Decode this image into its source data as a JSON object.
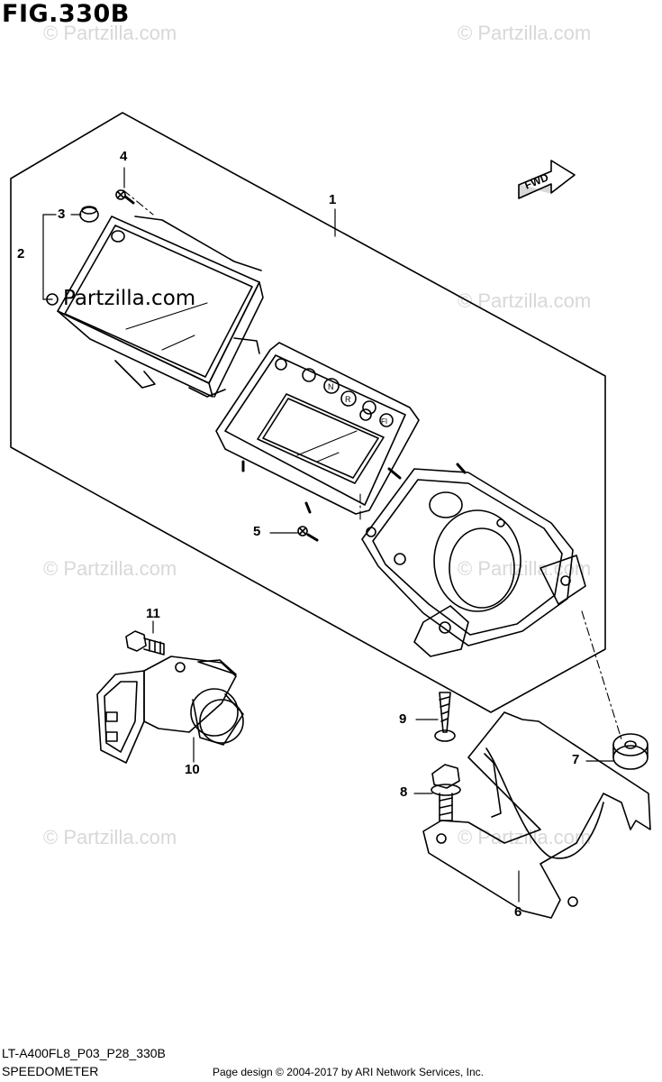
{
  "figure": {
    "title": "FIG.330B"
  },
  "watermarks": {
    "text": "© Partzilla.com",
    "main_text": "Partzilla.com"
  },
  "fwd_label": "FWD",
  "callouts": [
    "1",
    "2",
    "3",
    "4",
    "5",
    "6",
    "7",
    "8",
    "9",
    "10",
    "11"
  ],
  "parts": {
    "1": "speedometer-assembly",
    "2": "lens-assembly",
    "3": "cap",
    "4": "screw",
    "5": "screw",
    "6": "bracket",
    "7": "grommet",
    "8": "bolt",
    "9": "screw",
    "10": "speed-sensor",
    "11": "bolt"
  },
  "indicator_symbols": [
    "N",
    "R",
    "FI"
  ],
  "footer": {
    "model_code": "LT-A400FL8_P03_P28_330B",
    "section_name": "SPEEDOMETER",
    "credit": "Page design © 2004-2017 by ARI Network Services, Inc."
  }
}
